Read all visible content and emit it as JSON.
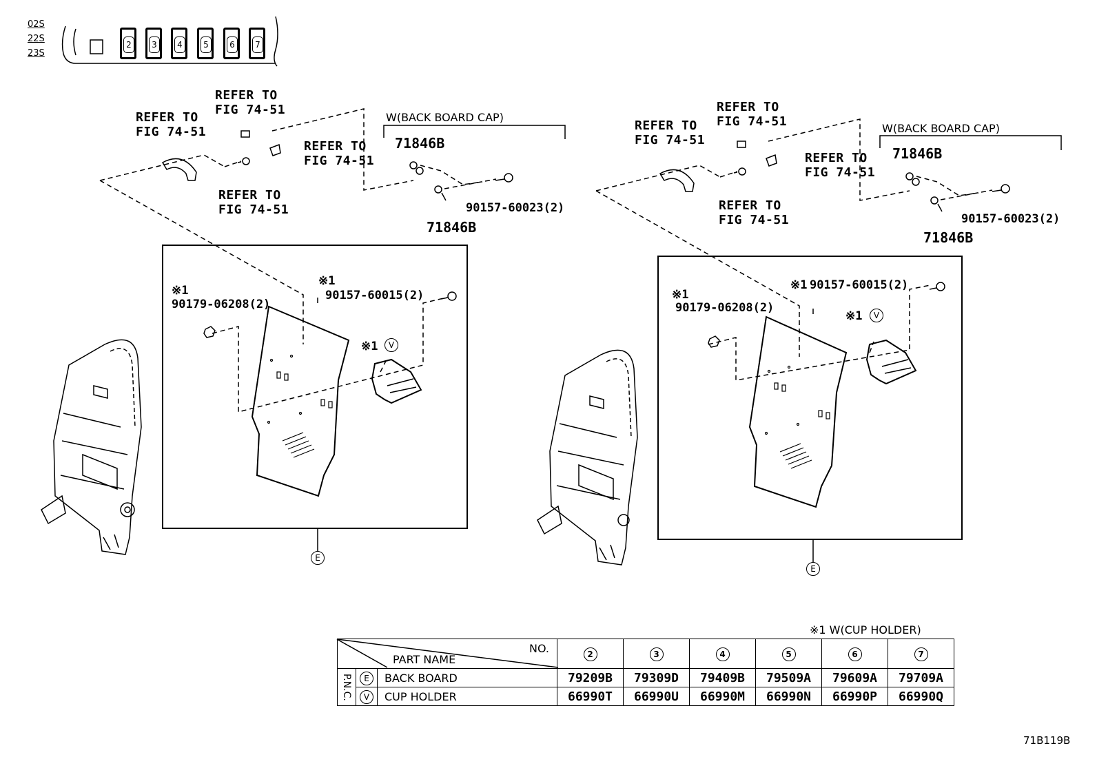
{
  "diagram_code": "71B119B",
  "models": [
    "02S",
    "22S",
    "23S"
  ],
  "model_columns": [
    "2",
    "3",
    "4",
    "5",
    "6",
    "7"
  ],
  "note": "※1 W(CUP HOLDER)",
  "left": {
    "refer_1": [
      "REFER TO",
      "FIG 74-51"
    ],
    "refer_2": [
      "REFER TO",
      "FIG 74-51"
    ],
    "refer_3": [
      "REFER TO",
      "FIG 74-51"
    ],
    "refer_4": [
      "REFER TO",
      "FIG 74-51"
    ],
    "cap_label": "W(BACK BOARD CAP)",
    "cap_part_top": "71846B",
    "cap_part_bottom": "71846B",
    "screw_cap": "90157-60023(2)",
    "mark_screw": "※1",
    "screw_board": "90157-60015(2)",
    "mark_nut": "※1",
    "nut": "90179-06208(2)",
    "mark_cup": "※1",
    "cup_code": "V",
    "board_code": "E"
  },
  "right": {
    "refer_1": [
      "REFER TO",
      "FIG 74-51"
    ],
    "refer_2": [
      "REFER TO",
      "FIG 74-51"
    ],
    "refer_3": [
      "REFER TO",
      "FIG 74-51"
    ],
    "refer_4": [
      "REFER TO",
      "FIG 74-51"
    ],
    "cap_label": "W(BACK BOARD CAP)",
    "cap_part_top": "71846B",
    "cap_part_bottom": "71846B",
    "screw_cap": "90157-60023(2)",
    "mark_screw": "※1",
    "screw_board": "90157-60015(2)",
    "mark_nut": "※1",
    "nut": "90179-06208(2)",
    "mark_cup": "※1",
    "cup_code": "V",
    "board_code": "E"
  },
  "table": {
    "no_label": "NO.",
    "part_name_label": "PART NAME",
    "pnc_label": "P.N.C.",
    "columns": [
      "2",
      "3",
      "4",
      "5",
      "6",
      "7"
    ],
    "rows": [
      {
        "code": "E",
        "name": "BACK BOARD",
        "values": [
          "79209B",
          "79309D",
          "79409B",
          "79509A",
          "79609A",
          "79709A"
        ]
      },
      {
        "code": "V",
        "name": "CUP HOLDER",
        "values": [
          "66990T",
          "66990U",
          "66990M",
          "66990N",
          "66990P",
          "66990Q"
        ]
      }
    ]
  }
}
